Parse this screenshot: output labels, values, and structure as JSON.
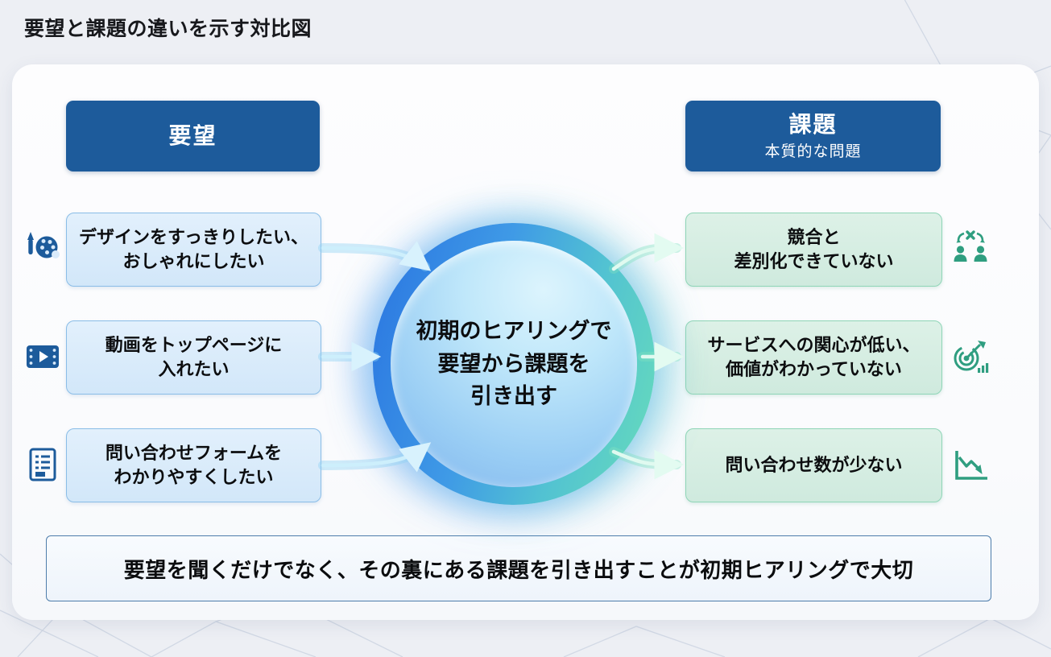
{
  "page": {
    "title": "要望と課題の違いを示す対比図"
  },
  "colors": {
    "header_blue": "#1d5b9b",
    "request_fill": "#d8eafa",
    "request_border": "#8abde7",
    "issue_fill": "#d6efe2",
    "issue_border": "#8fd5b7",
    "icon_blue": "#1d5b9b",
    "icon_green": "#2f9e80",
    "circle_ring_left": "#2e7ce2",
    "circle_ring_right": "#62d6c0",
    "summary_border": "#4e7dab"
  },
  "left_header": {
    "label": "要望"
  },
  "right_header": {
    "label": "課題",
    "sublabel": "本質的な問題"
  },
  "requests": [
    {
      "icon": "palette-icon",
      "text": "デザインをすっきりしたい、\nおしゃれにしたい"
    },
    {
      "icon": "video-icon",
      "text": "動画をトップページに\n入れたい"
    },
    {
      "icon": "form-icon",
      "text": "問い合わせフォームを\nわかりやすくしたい"
    }
  ],
  "center": {
    "text": "初期のヒアリングで\n要望から課題を\n引き出す"
  },
  "issues": [
    {
      "icon": "competitors-compare-icon",
      "text": "競合と\n差別化できていない"
    },
    {
      "icon": "target-dart-icon",
      "text": "サービスへの関心が低い、\n価値がわかっていない"
    },
    {
      "icon": "declining-chart-icon",
      "text": "問い合わせ数が少ない"
    }
  ],
  "summary": {
    "text": "要望を聞くだけでなく、その裏にある課題を引き出すことが初期ヒアリングで大切"
  }
}
